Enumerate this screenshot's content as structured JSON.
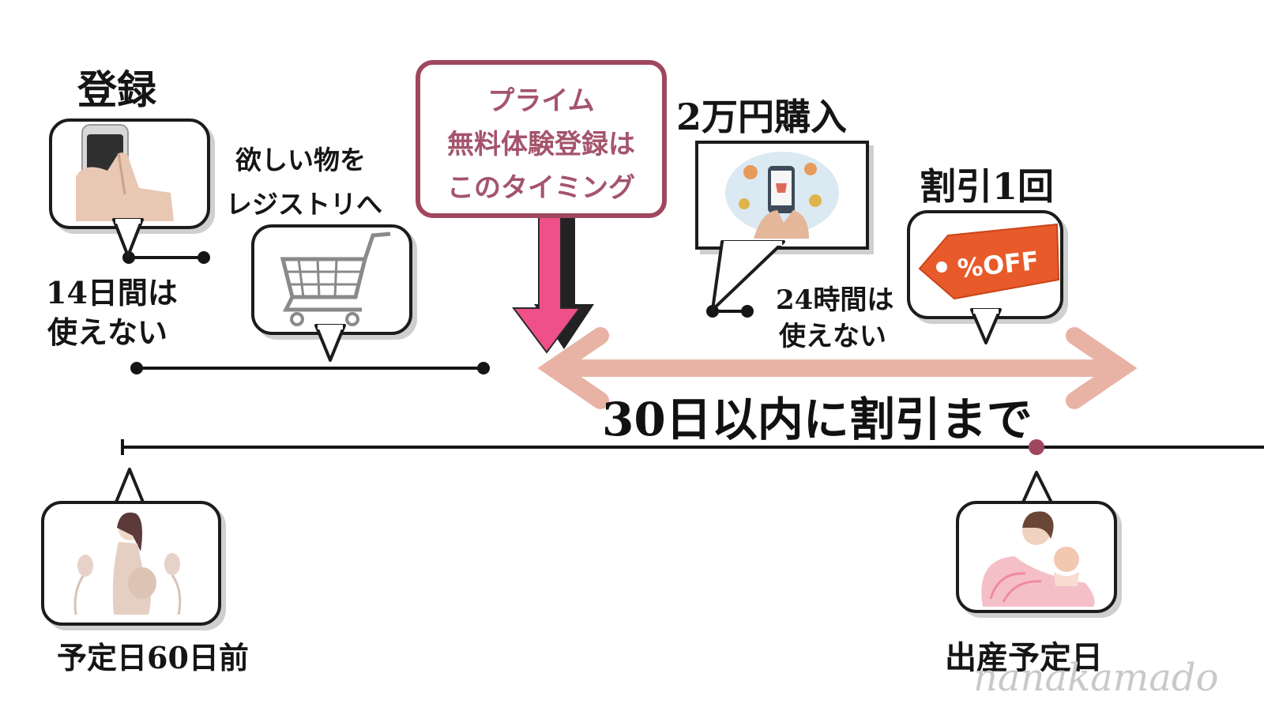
{
  "steps": {
    "register": {
      "title": "登録",
      "note_line1": "14日間は",
      "note_line2": "使えない"
    },
    "registry": {
      "line1": "欲しい物を",
      "line2": "レジストリへ"
    },
    "purchase": {
      "title": "2万円購入",
      "note_line1": "24時間は",
      "note_line2": "使えない"
    },
    "discount": {
      "title": "割引1回",
      "tag_text": "%OFF"
    }
  },
  "callout": {
    "line1": "プライム",
    "line2": "無料体験登録は",
    "line3": "このタイミング"
  },
  "range_label": "30日以内に割引まで",
  "timeline": {
    "start_label": "予定日60日前",
    "end_label": "出産予定日"
  },
  "watermark": "nanakamado",
  "colors": {
    "callout_border": "#a0465f",
    "down_arrow": "#f0508a",
    "range_arrow": "#e8b3a4",
    "due_dot": "#a0465f"
  },
  "icons": [
    "phone-icon",
    "shopping-cart-icon",
    "shopping-app-icon",
    "discount-tag-icon",
    "pregnant-woman-icon",
    "mother-baby-icon"
  ]
}
